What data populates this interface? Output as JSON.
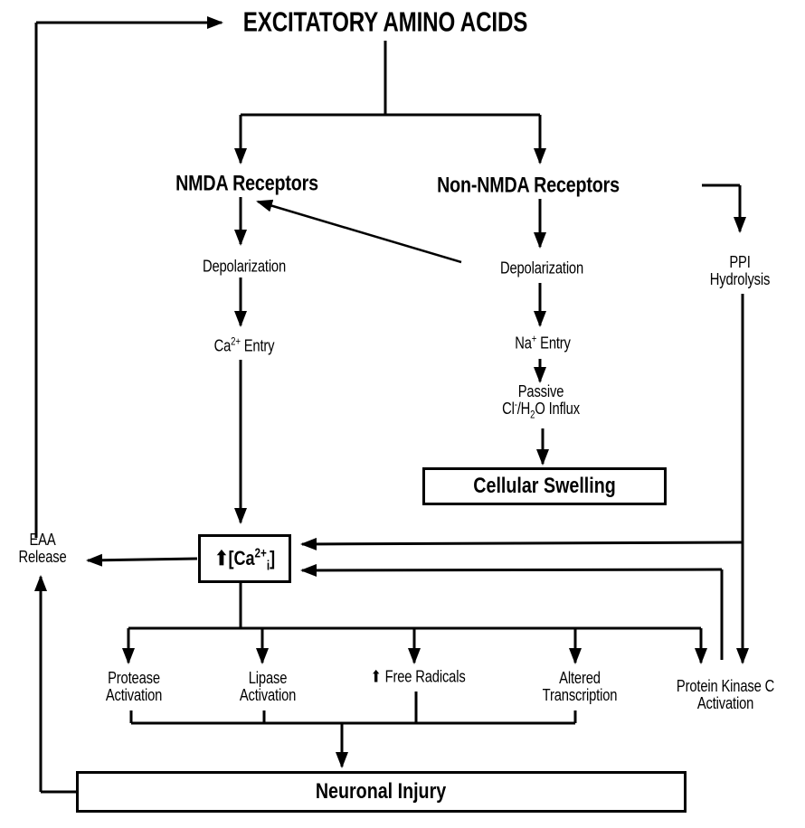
{
  "title": "EXCITATORY AMINO ACIDS",
  "nmda_receptors": "NMDA Receptors",
  "non_nmda_receptors": "Non-NMDA Receptors",
  "nmda_depolarization": "Depolarization",
  "non_nmda_depolarization": "Depolarization",
  "ca_entry": {
    "prefix": "Ca",
    "sup": "2+",
    "suffix": " Entry"
  },
  "na_entry": {
    "prefix": "Na",
    "sup": "+",
    "suffix": " Entry"
  },
  "passive_line1": "Passive",
  "passive_line2": {
    "a": "Cl",
    "a_sup": "-",
    "b": "/H",
    "b_sub": "2",
    "c": "O Influx"
  },
  "cellular_swelling": "Cellular Swelling",
  "ppi_line1": "PPI",
  "ppi_line2": "Hydrolysis",
  "calcium_box": {
    "arrow": "⬆",
    "open": " [Ca",
    "sup": "2+",
    "sub": "i",
    "close": "]"
  },
  "eaa_line1": "EAA",
  "eaa_line2": "Release",
  "protease_line1": "Protease",
  "protease_line2": "Activation",
  "lipase_line1": "Lipase",
  "lipase_line2": "Activation",
  "free_radicals": {
    "arrow": "⬆",
    "label": " Free Radicals"
  },
  "altered_line1": "Altered",
  "altered_line2": "Transcription",
  "pkc_line1": "Protein Kinase C",
  "pkc_line2": "Activation",
  "neuronal_injury": "Neuronal Injury",
  "colors": {
    "ink": "#000000",
    "background": "#ffffff"
  }
}
